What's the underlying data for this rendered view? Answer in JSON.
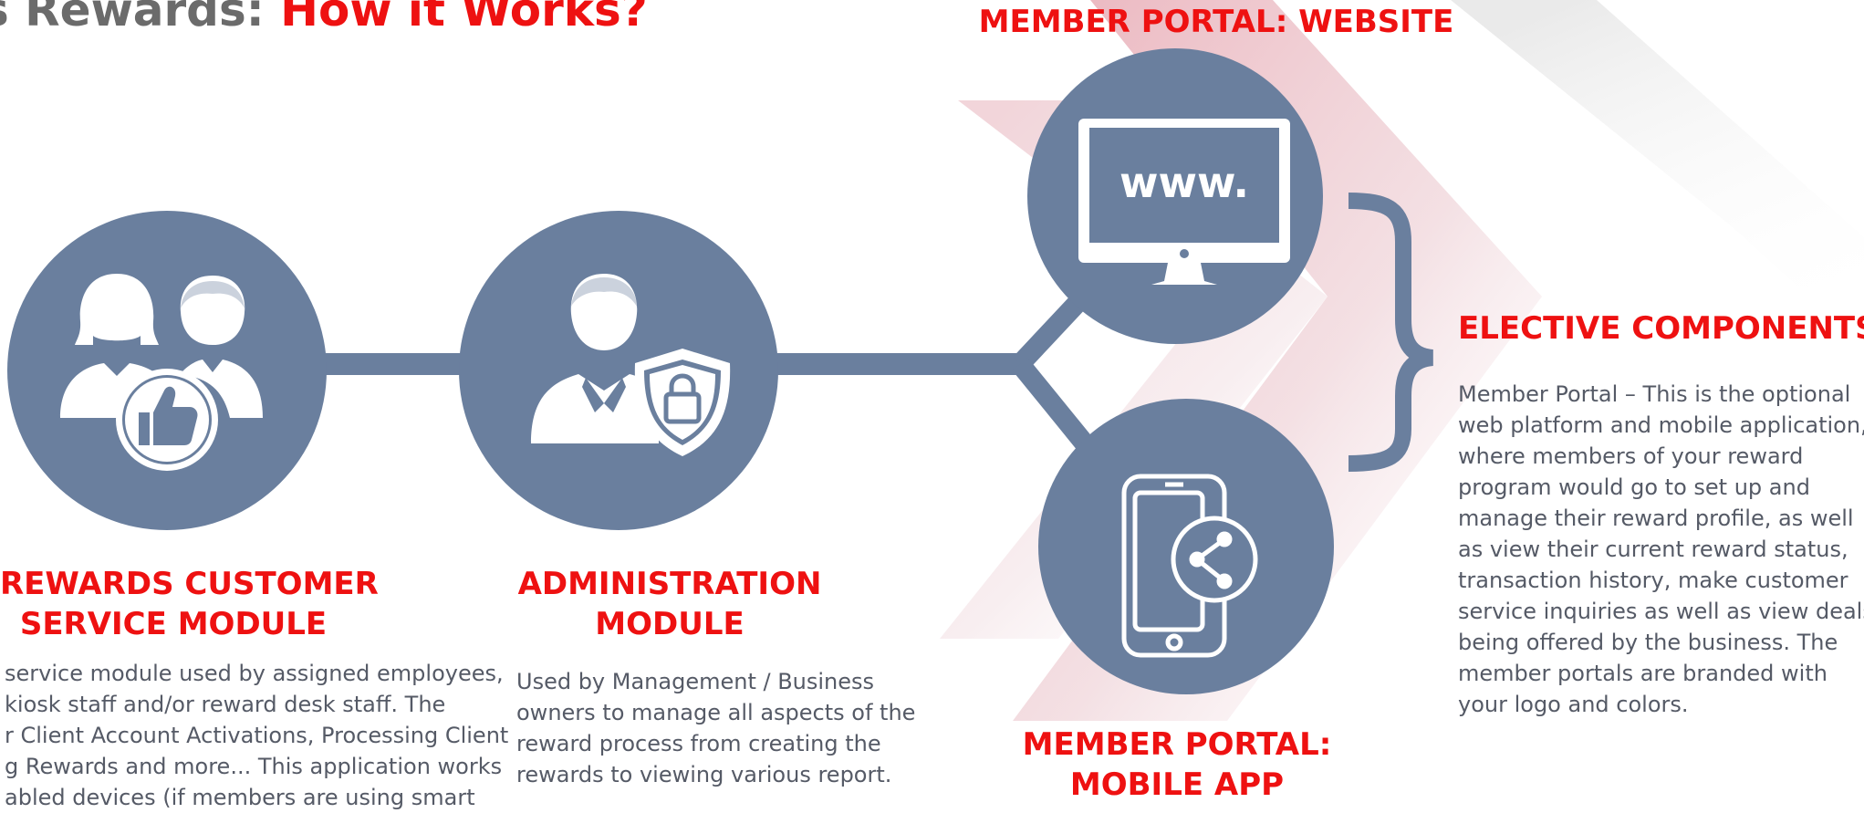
{
  "page": {
    "title_prefix": "s Rewards: ",
    "title_accent": "How it Works?"
  },
  "modules": [
    {
      "id": "rewards-customer-service",
      "title_lines": [
        "REWARDS CUSTOMER",
        "SERVICE MODULE"
      ],
      "description_lines": [
        "service module used by assigned employees,",
        "kiosk staff and/or reward desk staff. The",
        "r Client Account Activations, Processing Client",
        "g Rewards and more... This application works",
        "abled devices (if members are using smart"
      ],
      "icon": "people-thumbs-up-icon"
    },
    {
      "id": "administration",
      "title_lines": [
        "ADMINISTRATION",
        "MODULE"
      ],
      "description_lines": [
        "Used by Management / Business",
        "owners to manage all aspects of the",
        "reward process from creating the",
        "rewards to viewing various report."
      ],
      "icon": "admin-shield-lock-icon"
    }
  ],
  "portals": [
    {
      "id": "website",
      "title_lines": [
        "MEMBER PORTAL: WEBSITE"
      ],
      "icon": "monitor-www-icon",
      "screen_text": "www."
    },
    {
      "id": "mobile",
      "title_lines": [
        "MEMBER PORTAL:",
        "MOBILE APP"
      ],
      "icon": "mobile-share-icon"
    }
  ],
  "elective": {
    "title": "ELECTIVE COMPONENTS",
    "description_lines": [
      "Member Portal – This is the optional",
      "web platform and mobile application,",
      "where members of your reward",
      "program would go to set up and",
      "manage their reward profile, as well",
      "as view their current reward status,",
      "transaction history, make customer",
      "service inquiries as well as view deals",
      "being offered by the business. The",
      "member portals are branded with",
      "your logo and colors."
    ]
  },
  "colors": {
    "accent_red": "#ee1111",
    "node_slate": "#6a7f9e",
    "title_gray": "#6b6b6b",
    "body_text": "#555a66",
    "chevron_pink": "#e3a8b2"
  }
}
